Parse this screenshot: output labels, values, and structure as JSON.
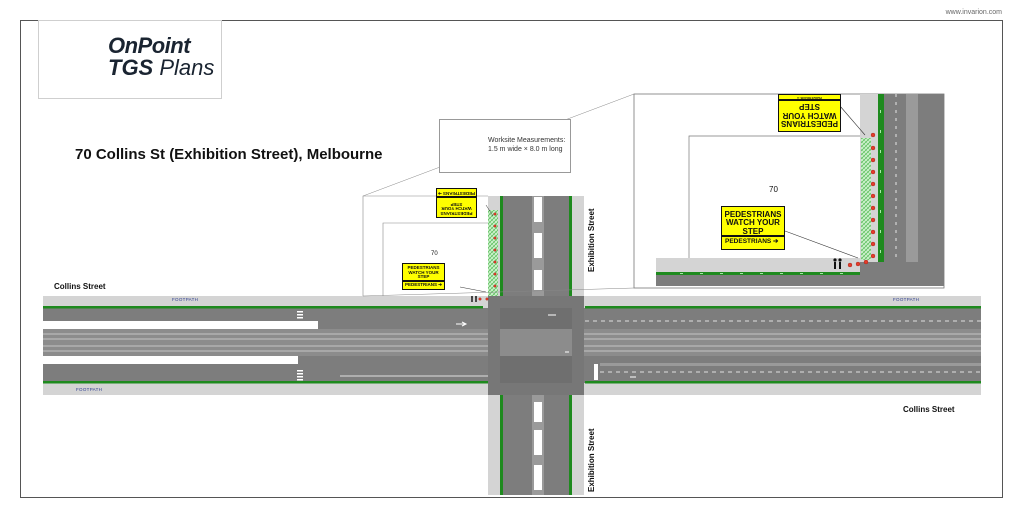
{
  "watermark": "www.invarion.com",
  "logo": {
    "line1": "OnPoint",
    "line2_bold": "TGS",
    "line2_rest": " Plans"
  },
  "title": "70 Collins St (Exhibition Street), Melbourne",
  "legend": {
    "text": "Worksite Measurements: 1.5 m wide × 8.0 m long"
  },
  "streets": {
    "collins_left": "Collins Street",
    "collins_right": "Collins Street",
    "exhibition_top": "Exhibition Street",
    "exhibition_bottom": "Exhibition Street"
  },
  "footpath": {
    "label": "FOOTPATH"
  },
  "building_number": "70",
  "signs": {
    "watch_step": "PEDESTRIANS WATCH YOUR STEP",
    "arrow": "PEDESTRIANS ➔"
  },
  "colors": {
    "road": "#7a7a7a",
    "footpath": "#d4d4d4",
    "green_bike_lane": "#1e8a1e",
    "worksite_hatch": "#8fd98f",
    "sign_yellow": "#ffff00",
    "logo_orange": "#f3a21b"
  }
}
